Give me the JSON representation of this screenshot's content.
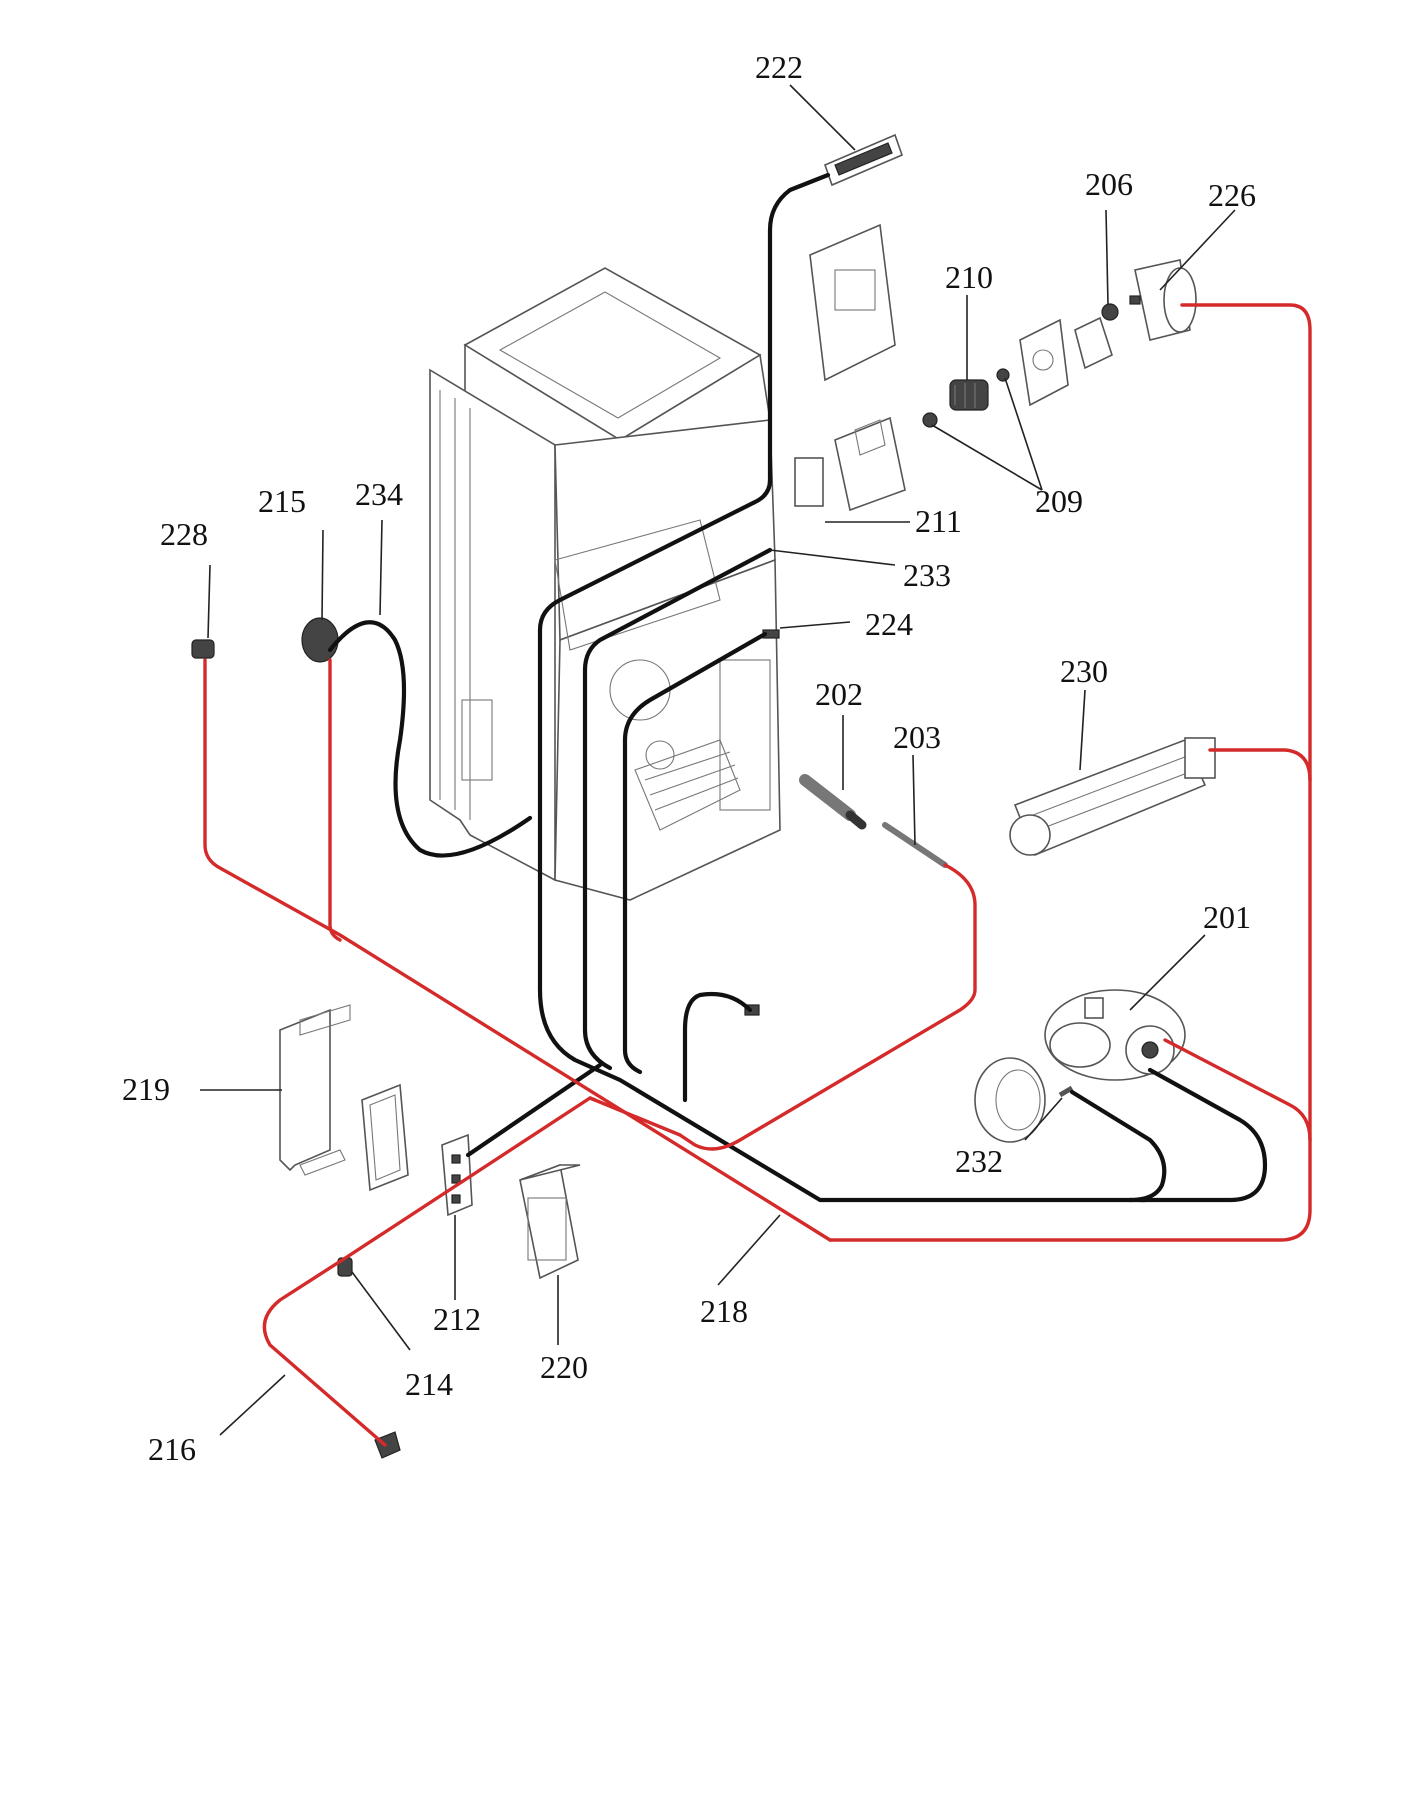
{
  "colors": {
    "red_wire": "#d42a2a",
    "black_wire": "#111111",
    "outline": "#555555",
    "background": "#ffffff"
  },
  "part_labels": {
    "p201": "201",
    "p202": "202",
    "p203": "203",
    "p206": "206",
    "p209": "209",
    "p210": "210",
    "p211": "211",
    "p212": "212",
    "p214": "214",
    "p215": "215",
    "p216": "216",
    "p218": "218",
    "p219": "219",
    "p220": "220",
    "p222": "222",
    "p224": "224",
    "p226": "226",
    "p228": "228",
    "p230": "230",
    "p232": "232",
    "p233": "233",
    "p234": "234"
  }
}
